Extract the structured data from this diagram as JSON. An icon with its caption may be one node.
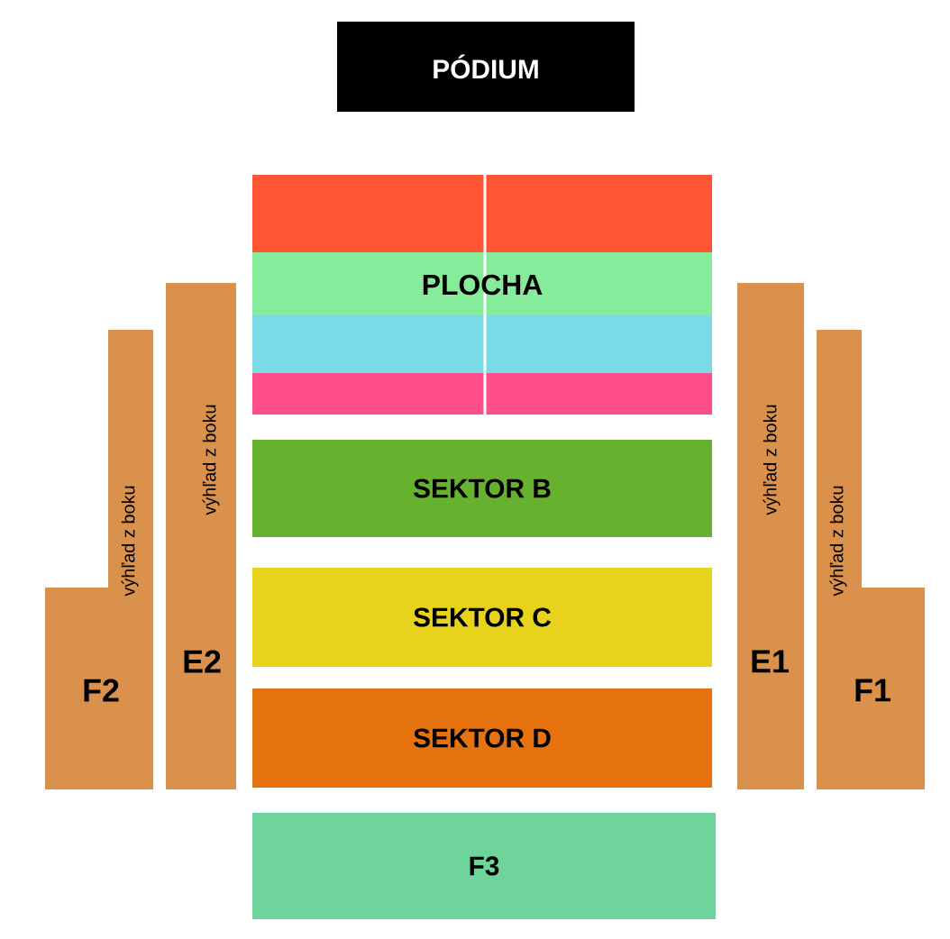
{
  "diagram": {
    "nodes": [
      {
        "text": [
          "PÓDIUM"
        ]
      },
      {
        "text": [
          "PLOCHA"
        ]
      },
      {
        "text": [
          "SEKTOR B"
        ]
      },
      {
        "text": [
          "SEKTOR C"
        ]
      },
      {
        "text": [
          "SEKTOR D"
        ]
      },
      {
        "text": [
          "F3"
        ]
      },
      {
        "text": [
          "výhľad z boku",
          "F2"
        ]
      },
      {
        "text": [
          "výhľad z boku",
          "E2"
        ]
      },
      {
        "text": [
          "výhľad z boku",
          "E1"
        ]
      },
      {
        "text": [
          "výhľad z boku",
          "F1"
        ]
      }
    ]
  }
}
